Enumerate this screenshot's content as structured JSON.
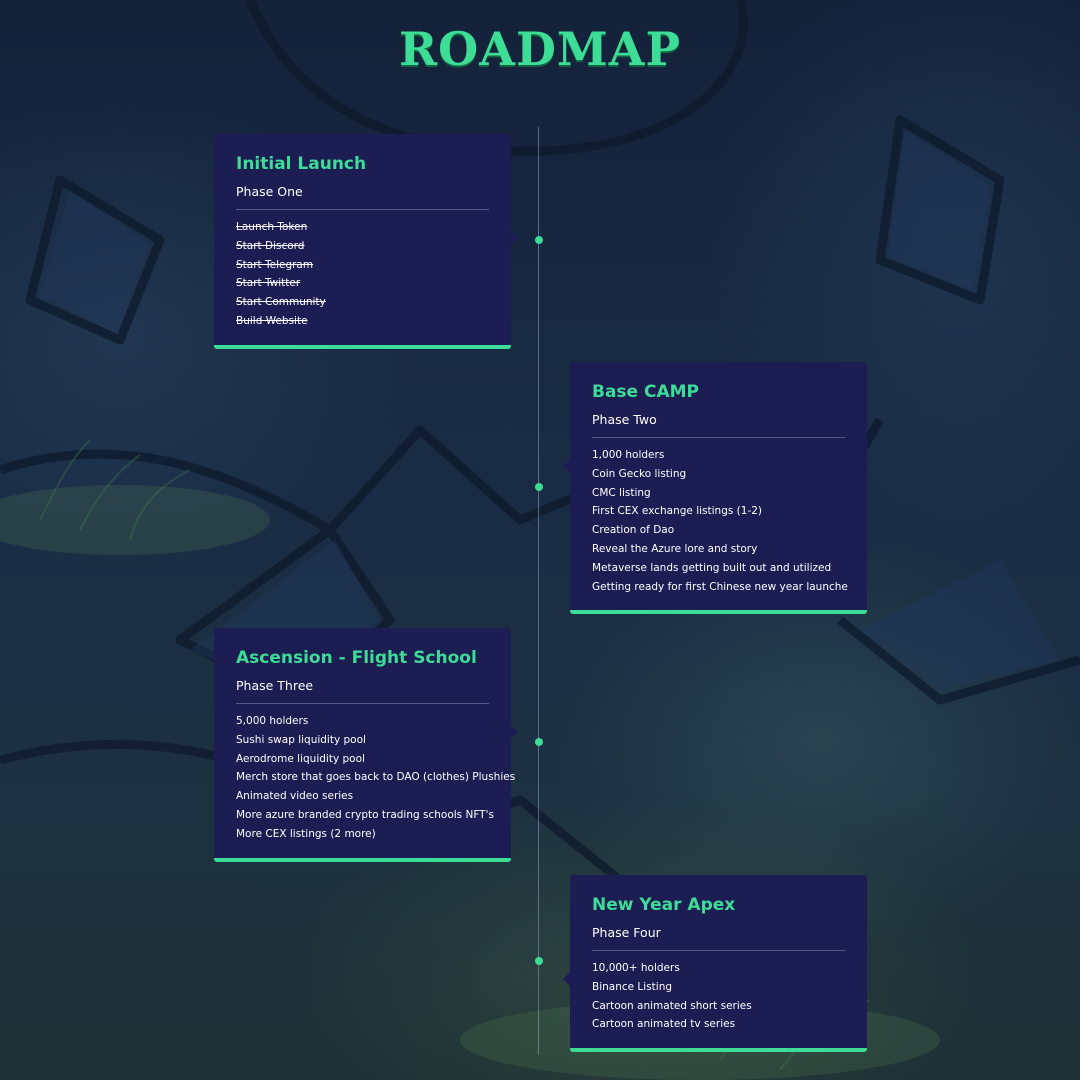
{
  "page": {
    "title": "ROADMAP"
  },
  "colors": {
    "accent": "#3ddc97",
    "card_background": "#1c1d52",
    "text": "#ffffff"
  },
  "phases": [
    {
      "title": "Initial Launch",
      "phase": "Phase One",
      "completed": true,
      "items": [
        "Launch Token",
        "Start Discord",
        "Start Telegram",
        "Start Twitter",
        "Start Community",
        "Build Website"
      ]
    },
    {
      "title": "Base CAMP",
      "phase": "Phase Two",
      "completed": false,
      "items": [
        "1,000 holders",
        "Coin Gecko listing",
        "CMC listing",
        "First CEX exchange listings (1-2)",
        "Creation of Dao",
        "Reveal the Azure lore and story",
        "Metaverse lands getting built out and utilized",
        "Getting ready for first Chinese new year launche"
      ]
    },
    {
      "title": "Ascension - Flight School",
      "phase": "Phase Three",
      "completed": false,
      "items": [
        "5,000 holders",
        "Sushi swap liquidity pool",
        "Aerodrome liquidity pool",
        "Merch store that goes back to DAO (clothes) Plushies",
        "Animated video series",
        "More azure branded crypto trading schools NFT's",
        "More CEX listings (2 more)"
      ]
    },
    {
      "title": "New Year Apex",
      "phase": "Phase Four",
      "completed": false,
      "items": [
        "10,000+ holders",
        "Binance Listing",
        "Cartoon animated short series",
        "Cartoon animated tv series"
      ]
    }
  ]
}
